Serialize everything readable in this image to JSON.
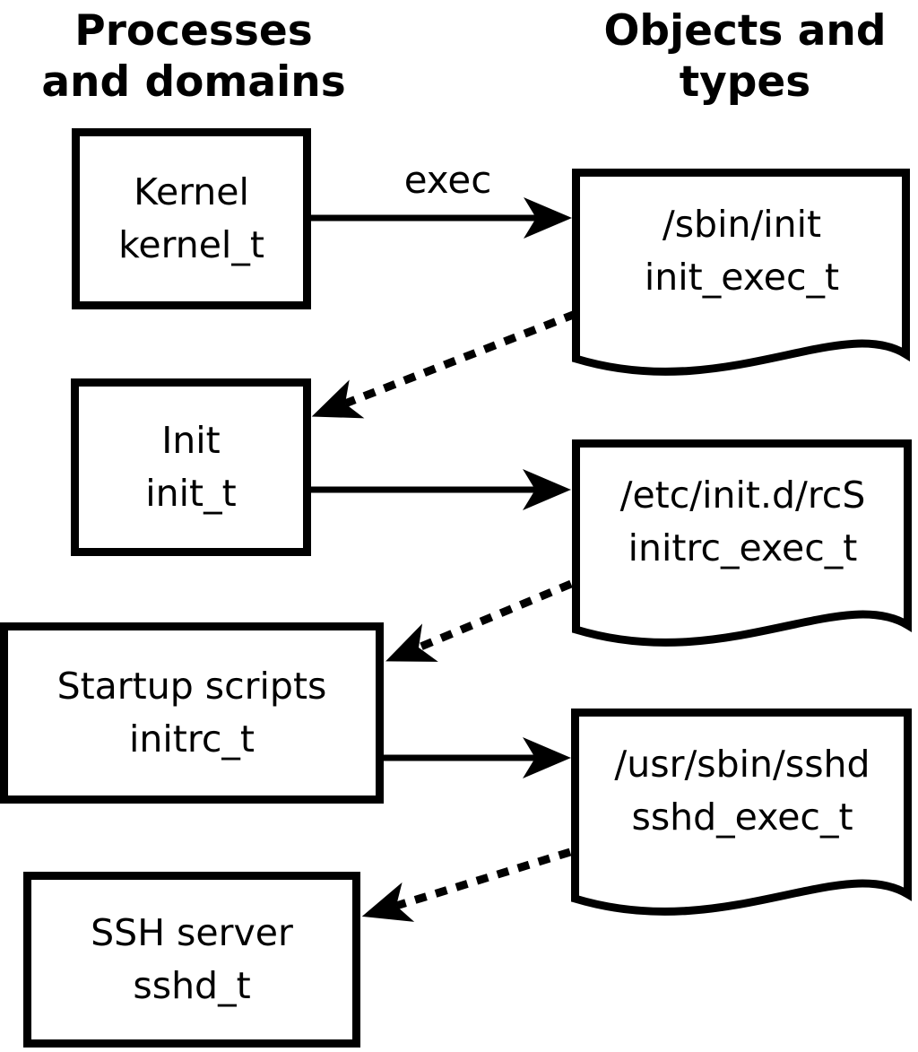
{
  "diagram": {
    "title_columns": {
      "left_header": {
        "line1": "Processes",
        "line2": "and domains"
      },
      "right_header": {
        "line1": "Objects and",
        "line2": "types"
      }
    },
    "processes": [
      {
        "name": "Kernel",
        "type": "kernel_t"
      },
      {
        "name": "Init",
        "type": "init_t"
      },
      {
        "name": "Startup scripts",
        "type": "initrc_t"
      },
      {
        "name": "SSH server",
        "type": "sshd_t"
      }
    ],
    "objects": [
      {
        "path": "/sbin/init",
        "type": "init_exec_t"
      },
      {
        "path": "/etc/init.d/rcS",
        "type": "initrc_exec_t"
      },
      {
        "path": "/usr/sbin/sshd",
        "type": "sshd_exec_t"
      }
    ],
    "edges": [
      {
        "from": "kernel_t",
        "to": "init_exec_t",
        "label": "exec",
        "style": "solid"
      },
      {
        "from": "init_exec_t",
        "to": "init_t",
        "label": "",
        "style": "dotted"
      },
      {
        "from": "init_t",
        "to": "initrc_exec_t",
        "label": "",
        "style": "solid"
      },
      {
        "from": "initrc_exec_t",
        "to": "initrc_t",
        "label": "",
        "style": "dotted"
      },
      {
        "from": "initrc_t",
        "to": "sshd_exec_t",
        "label": "",
        "style": "solid"
      },
      {
        "from": "sshd_exec_t",
        "to": "sshd_t",
        "label": "",
        "style": "dotted"
      }
    ],
    "colors": {
      "ink": "#000000",
      "background": "#ffffff"
    }
  }
}
